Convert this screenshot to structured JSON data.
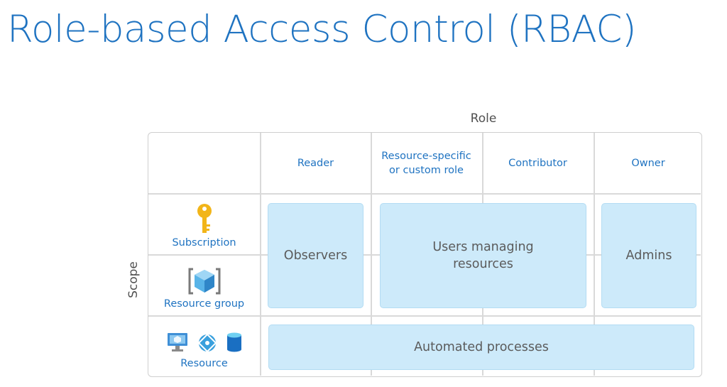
{
  "title": "Role-based Access Control (RBAC)",
  "axes": {
    "role": "Role",
    "scope": "Scope"
  },
  "roles": [
    {
      "label": "Reader"
    },
    {
      "label": "Resource-specific\nor custom role"
    },
    {
      "label": "Contributor"
    },
    {
      "label": "Owner"
    }
  ],
  "scopes": [
    {
      "label": "Subscription",
      "icon": "key-icon"
    },
    {
      "label": "Resource group",
      "icon": "resource-group-icon"
    },
    {
      "label": "Resource",
      "icons": [
        "virtual-machine-icon",
        "network-icon",
        "database-icon"
      ]
    }
  ],
  "groups": {
    "observers": "Observers",
    "users_managing": "Users managing\nresources",
    "admins": "Admins",
    "automated": "Automated processes"
  },
  "colors": {
    "accent": "#1f73c1",
    "box_fill": "#cdeafa",
    "key": "#f2b519",
    "cube": "#3d9ad8",
    "database": "#1a6fc2"
  }
}
